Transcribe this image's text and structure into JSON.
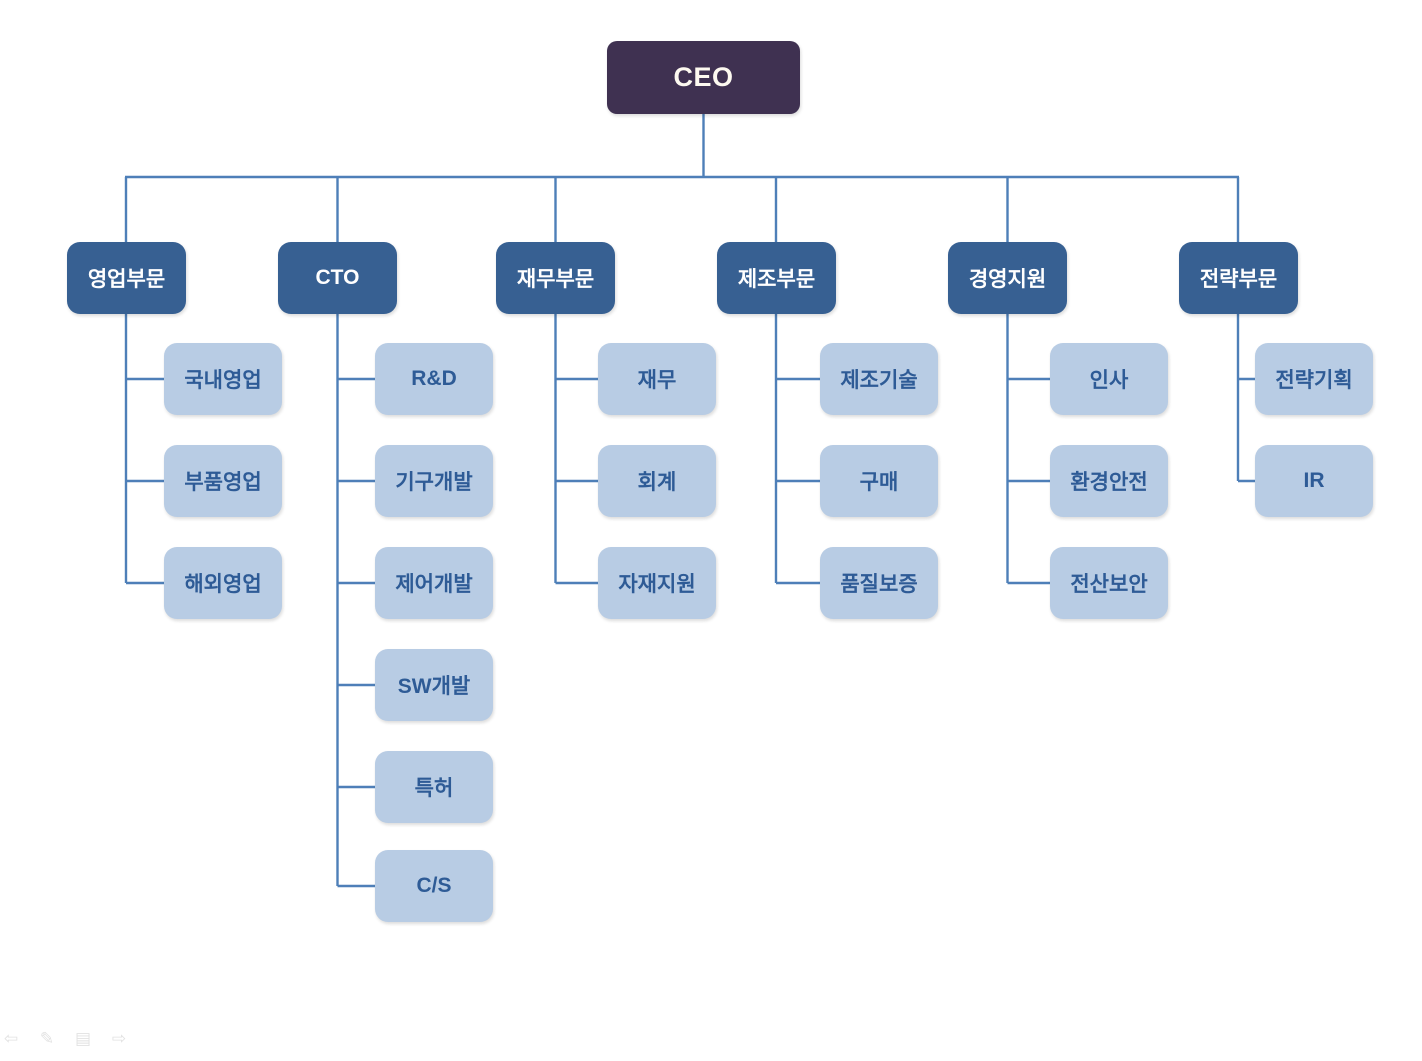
{
  "org_chart": {
    "root": {
      "label": "CEO"
    },
    "divisions": [
      {
        "label": "영업부문",
        "departments": [
          "국내영업",
          "부품영업",
          "해외영업"
        ]
      },
      {
        "label": "CTO",
        "departments": [
          "R&D",
          "기구개발",
          "제어개발",
          "SW개발",
          "특허",
          "C/S"
        ]
      },
      {
        "label": "재무부문",
        "departments": [
          "재무",
          "회계",
          "자재지원"
        ]
      },
      {
        "label": "제조부문",
        "departments": [
          "제조기술",
          "구매",
          "품질보증"
        ]
      },
      {
        "label": "경영지원",
        "departments": [
          "인사",
          "환경안전",
          "전산보안"
        ]
      },
      {
        "label": "전략부문",
        "departments": [
          "전략기획",
          "IR"
        ]
      }
    ],
    "colors": {
      "root_fill": "#3F3151",
      "root_text": "#FDF9F0",
      "division_fill": "#376092",
      "division_text": "#FFFFFF",
      "department_fill": "#B8CCE4",
      "department_text": "#2E5B96",
      "connector": "#4E7FB8"
    }
  },
  "slideshow_toolbar": {
    "icons": [
      {
        "name": "previous-slide-icon",
        "glyph": "⇦"
      },
      {
        "name": "pen-tool-icon",
        "glyph": "✎"
      },
      {
        "name": "slide-menu-icon",
        "glyph": "▤"
      },
      {
        "name": "next-slide-icon",
        "glyph": "⇨"
      }
    ]
  }
}
